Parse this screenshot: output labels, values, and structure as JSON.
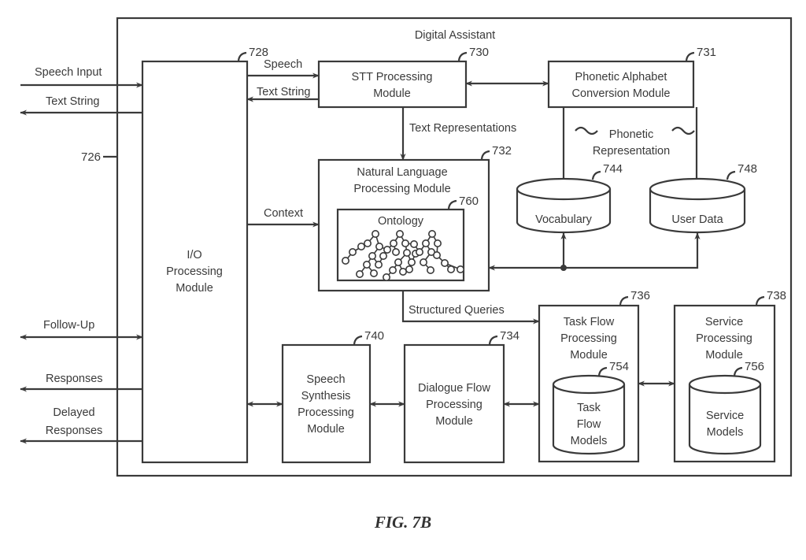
{
  "figure": {
    "caption": "FIG. 7B",
    "container": {
      "title": "Digital Assistant",
      "ref": "726"
    }
  },
  "external_io": {
    "speech_input": "Speech Input",
    "text_string": "Text String",
    "follow_up": "Follow-Up",
    "responses": "Responses",
    "delayed_responses": [
      "Delayed",
      "Responses"
    ]
  },
  "modules": {
    "io": {
      "lines": [
        "I/O",
        "Processing",
        "Module"
      ],
      "ref": "728"
    },
    "stt": {
      "lines": [
        "STT Processing",
        "Module"
      ],
      "ref": "730"
    },
    "phonetic": {
      "lines": [
        "Phonetic Alphabet",
        "Conversion Module"
      ],
      "ref": "731"
    },
    "nlp": {
      "lines": [
        "Natural Language",
        "Processing Module"
      ],
      "ref": "732"
    },
    "ontology": {
      "label": "Ontology",
      "ref": "760"
    },
    "task_flow": {
      "lines": [
        "Task Flow",
        "Processing",
        "Module"
      ],
      "ref": "736"
    },
    "service": {
      "lines": [
        "Service",
        "Processing",
        "Module"
      ],
      "ref": "738"
    },
    "speech_synthesis": {
      "lines": [
        "Speech",
        "Synthesis",
        "Processing",
        "Module"
      ],
      "ref": "740"
    },
    "dialogue_flow": {
      "lines": [
        "Dialogue Flow",
        "Processing",
        "Module"
      ],
      "ref": "734"
    }
  },
  "datastores": {
    "vocabulary": {
      "label": "Vocabulary",
      "ref": "744"
    },
    "user_data": {
      "label": "User Data",
      "ref": "748"
    },
    "task_flow_models": {
      "lines": [
        "Task",
        "Flow",
        "Models"
      ],
      "ref": "754"
    },
    "service_models": {
      "lines": [
        "Service",
        "Models"
      ],
      "ref": "756"
    }
  },
  "connections": {
    "speech": "Speech",
    "text_string": "Text String",
    "text_representations": "Text Representations",
    "phonetic_representation": [
      "Phonetic",
      "Representation"
    ],
    "context": "Context",
    "structured_queries": "Structured Queries"
  }
}
